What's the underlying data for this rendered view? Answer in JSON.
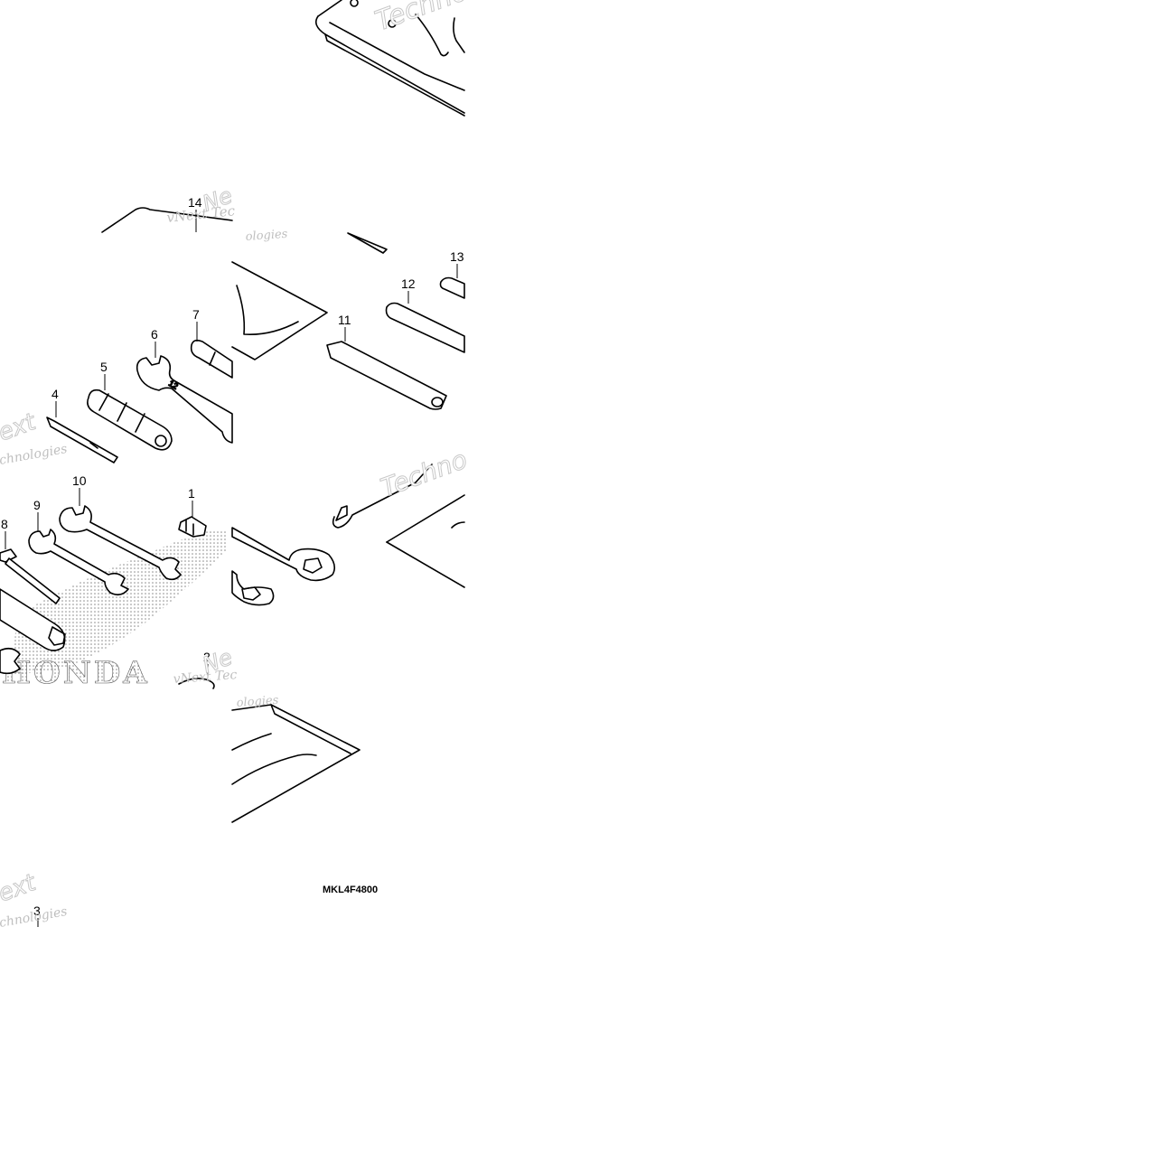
{
  "diagram": {
    "code": "MKL4F4800",
    "callouts": [
      "1",
      "2",
      "3",
      "4",
      "5",
      "6",
      "7",
      "8",
      "9",
      "10",
      "11",
      "12",
      "13",
      "14"
    ],
    "brand_mark": "HONDA",
    "watermarks": {
      "vnext": "vNext Tec",
      "tech": "Techno",
      "ext": "ext",
      "chnologies": "chnologies",
      "ologies": "ologies",
      "ne": "Ne"
    }
  }
}
